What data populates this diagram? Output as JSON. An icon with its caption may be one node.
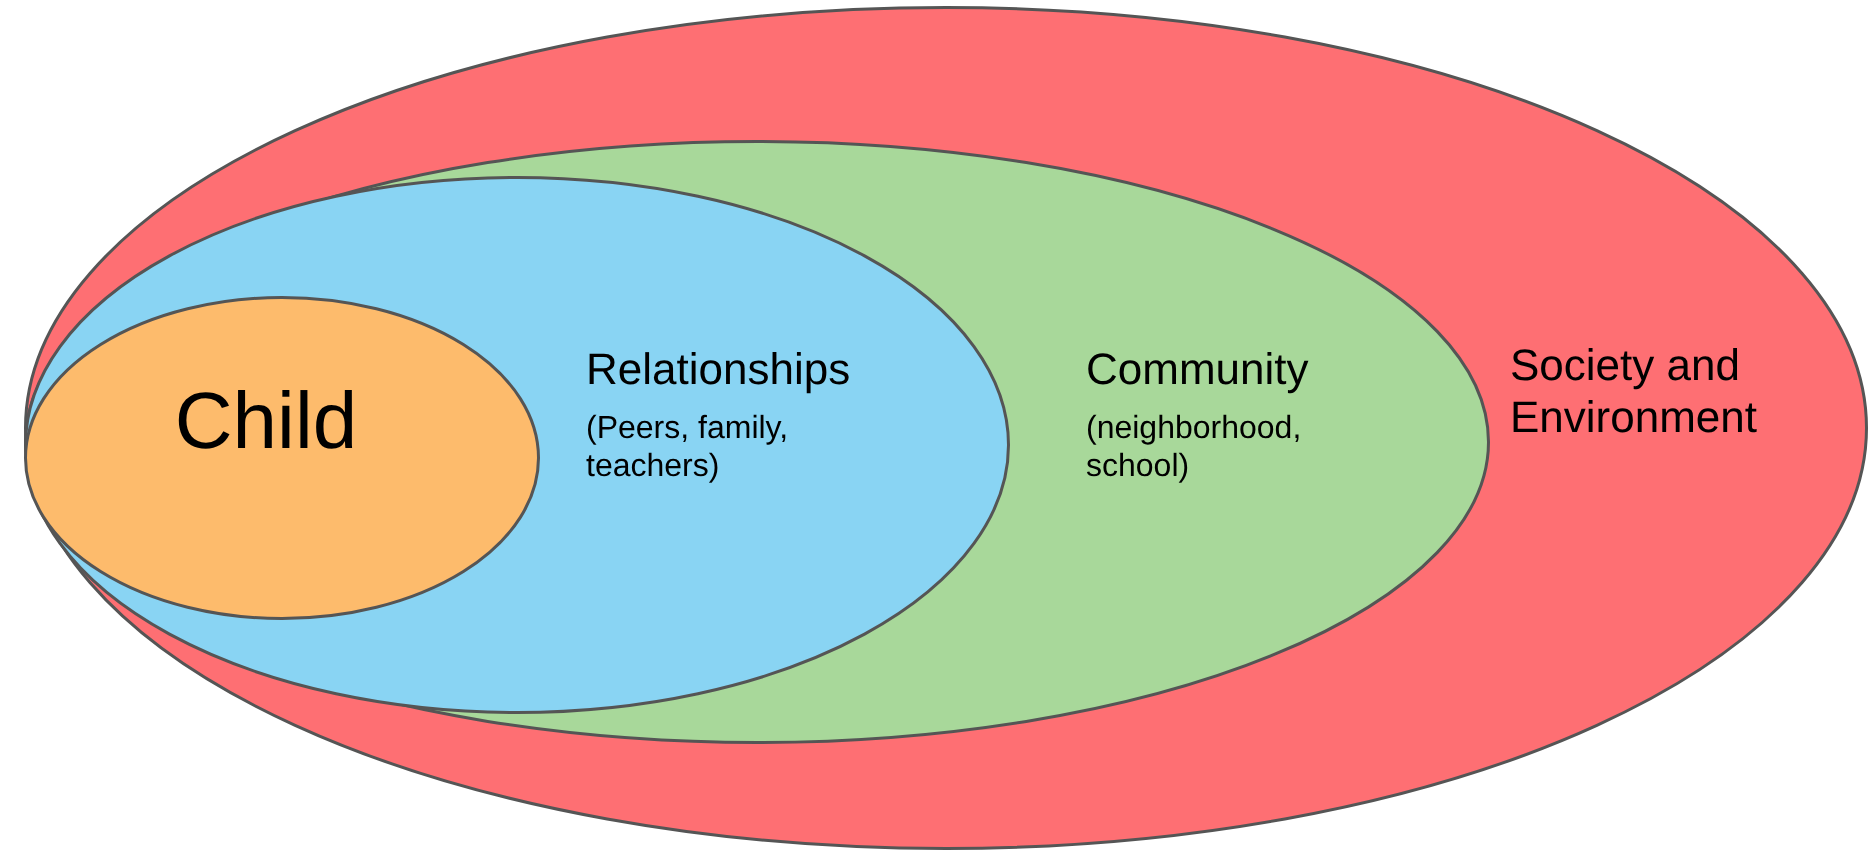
{
  "diagram": {
    "nodes": [
      {
        "text": [
          "Society and Environment"
        ]
      },
      {
        "text": [
          "Community",
          "(neighborhood, school)"
        ],
        "in": 0
      },
      {
        "text": [
          "Relationships",
          "(Peers, family, teachers)"
        ],
        "in": 1
      },
      {
        "text": [
          "Child"
        ],
        "in": 2
      }
    ]
  }
}
